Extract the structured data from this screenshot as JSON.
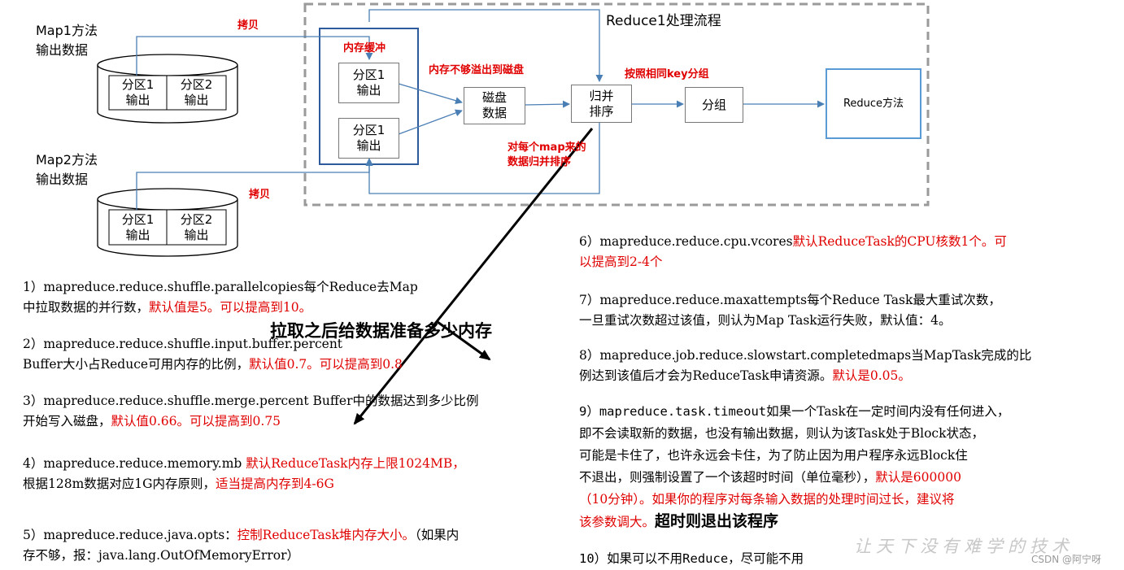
{
  "diagram": {
    "title": "Reduce1处理流程",
    "map1_label": [
      "Map1方法",
      "输出数据"
    ],
    "map2_label": [
      "Map2方法",
      "输出数据"
    ],
    "map1_partitions": [
      [
        "分区1",
        "输出"
      ],
      [
        "分区2",
        "输出"
      ]
    ],
    "map2_partitions": [
      [
        "分区1",
        "输出"
      ],
      [
        "分区2",
        "输出"
      ]
    ],
    "copy_label_top": "拷贝",
    "copy_label_bottom": "拷贝",
    "mem_buffer_label": "内存缓冲",
    "buffer_partitions": [
      [
        "分区1",
        "输出"
      ],
      [
        "分区1",
        "输出"
      ]
    ],
    "spill_label": "内存不够溢出到磁盘",
    "disk_box": [
      "磁盘",
      "数据"
    ],
    "merge_box": [
      "归并",
      "排序"
    ],
    "merge_note": [
      "对每个map来的",
      "数据归并排序"
    ],
    "group_label": "按照相同key分组",
    "group_box": "分组",
    "reduce_box": "Reduce方法",
    "callout": "拉取之后给数据准备多少内存"
  },
  "params_left": [
    {
      "id": 1,
      "lines": [
        [
          {
            "t": "1）mapreduce.reduce.shuffle.parallelcopies每个Reduce去Map",
            "red": false
          }
        ],
        [
          {
            "t": "中拉取数据的并行数，",
            "red": false
          },
          {
            "t": "默认值是5。可以提高到10。",
            "red": true
          }
        ]
      ]
    },
    {
      "id": 2,
      "lines": [
        [
          {
            "t": "2）mapreduce.reduce.shuffle.input.buffer.percent",
            "red": false
          }
        ],
        [
          {
            "t": "Buffer大小占Reduce可用内存的比例，",
            "red": false
          },
          {
            "t": "默认值0.7。可以提高到0.8",
            "red": true
          }
        ]
      ]
    },
    {
      "id": 3,
      "lines": [
        [
          {
            "t": "3）mapreduce.reduce.shuffle.merge.percent Buffer中的数据达到多少比例",
            "red": false
          }
        ],
        [
          {
            "t": "开始写入磁盘，",
            "red": false
          },
          {
            "t": "默认值0.66。可以提高到0.75",
            "red": true
          }
        ]
      ]
    },
    {
      "id": 4,
      "lines": [
        [
          {
            "t": "4）mapreduce.reduce.memory.mb ",
            "red": false
          },
          {
            "t": "默认ReduceTask内存上限1024MB，",
            "red": true
          }
        ],
        [
          {
            "t": "根据128m数据对应1G内存原则，",
            "red": false
          },
          {
            "t": "适当提高内存到4-6G",
            "red": true
          }
        ]
      ]
    },
    {
      "id": 5,
      "lines": [
        [
          {
            "t": "5）mapreduce.reduce.java.opts：",
            "red": false
          },
          {
            "t": "控制ReduceTask堆内存大小。",
            "red": true
          },
          {
            "t": "（如果内",
            "red": false
          }
        ],
        [
          {
            "t": "存不够，报：java.lang.OutOfMemoryError）",
            "red": false
          }
        ]
      ]
    }
  ],
  "params_right": [
    {
      "id": 6,
      "lines": [
        [
          {
            "t": "6）mapreduce.reduce.cpu.vcores",
            "red": false
          },
          {
            "t": "默认ReduceTask的CPU核数1个。可",
            "red": true
          }
        ],
        [
          {
            "t": "以提高到2-4个",
            "red": true
          }
        ]
      ]
    },
    {
      "id": 7,
      "lines": [
        [
          {
            "t": "7）mapreduce.reduce.maxattempts每个Reduce Task最大重试次数，",
            "red": false
          }
        ],
        [
          {
            "t": "一旦重试次数超过该值，则认为Map Task运行失败，默认值：4。",
            "red": false
          }
        ]
      ]
    },
    {
      "id": 8,
      "lines": [
        [
          {
            "t": "8）mapreduce.job.reduce.slowstart.completedmaps",
            "red": false
          },
          {
            "t": "当MapTask完成的比",
            "red": false
          }
        ],
        [
          {
            "t": "例达到该值后才会为ReduceTask申请资源。",
            "red": false
          },
          {
            "t": "默认是0.05。",
            "red": true
          }
        ]
      ]
    },
    {
      "id": 9,
      "lines": [
        [
          {
            "t": "9）mapreduce.task.timeout",
            "red": false,
            "mono": true
          },
          {
            "t": "如果一个Task在一定时间内没有任何进入，",
            "red": false
          }
        ],
        [
          {
            "t": "即不会读取新的数据，也没有输出数据，则认为该Task处于Block状态，",
            "red": false
          }
        ],
        [
          {
            "t": "可能是卡住了，也许永远会卡住，为了防止因为用户程序永远Block住",
            "red": false
          }
        ],
        [
          {
            "t": "不退出，则强制设置了一个该超时时间（单位毫秒），",
            "red": false
          },
          {
            "t": "默认是600000",
            "red": true
          }
        ],
        [
          {
            "t": "（10分钟）。如果你的程序对每条输入数据的处理时间过长，建议将",
            "red": true
          }
        ],
        [
          {
            "t": "该参数调大。",
            "red": true
          },
          {
            "t": "超时则退出该程序",
            "red": false,
            "bigbold": true
          }
        ]
      ]
    },
    {
      "id": 10,
      "lines": [
        [
          {
            "t": "10）如果可以不用Reduce，尽可能不用",
            "red": false,
            "mono": true
          }
        ]
      ]
    }
  ],
  "watermark": "让天下没有难学的技术",
  "csdn": "CSDN @阿宁呀"
}
